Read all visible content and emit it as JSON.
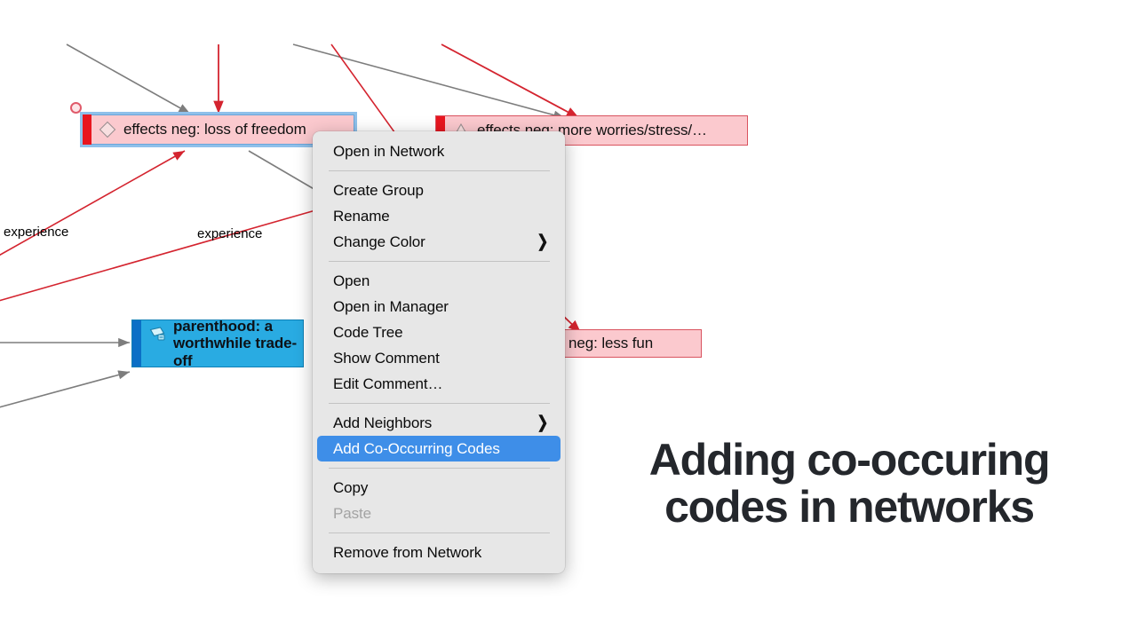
{
  "app": {
    "canvas_background": "#ffffff",
    "accent_highlight": "#3e8ee8"
  },
  "network": {
    "nodes": [
      {
        "id": "loss-of-freedom",
        "label": "effects neg: loss of freedom",
        "type": "code",
        "icon": "diamond-icon",
        "selected": true,
        "fill": "#fbc9ce",
        "bar_color": "#e8161f",
        "selection_color": "#8fc0ea"
      },
      {
        "id": "more-worries",
        "label": "effects neg: more worries/stress/…",
        "type": "code",
        "icon": "triangle-icon",
        "selected": false,
        "fill": "#fbc9ce",
        "bar_color": "#e8161f"
      },
      {
        "id": "parenthood-trade-off",
        "label": "parenthood: a worthwhile trade-off",
        "type": "memo",
        "icon": "memo-icon",
        "selected": false,
        "fill": "#29abe2",
        "bar_color": "#0b6fc6"
      },
      {
        "id": "less-fun",
        "label": "s neg: less fun",
        "type": "code",
        "icon": "none",
        "selected": false,
        "fill": "#fbc9ce",
        "bar_color": "#e8161f"
      }
    ],
    "edge_labels": [
      {
        "id": "edge-label-left",
        "text": "experience"
      },
      {
        "id": "edge-label-right",
        "text": "experience"
      }
    ],
    "edge_colors": {
      "relation_red": "#d4242f",
      "relation_gray": "#7d7d7d"
    }
  },
  "context_menu": {
    "items": [
      {
        "id": "open-in-network",
        "label": "Open in Network",
        "submenu": false,
        "disabled": false,
        "highlighted": false
      },
      {
        "id": "separator-1",
        "label": "",
        "separator": true
      },
      {
        "id": "create-group",
        "label": "Create Group",
        "submenu": false,
        "disabled": false,
        "highlighted": false
      },
      {
        "id": "rename",
        "label": "Rename",
        "submenu": false,
        "disabled": false,
        "highlighted": false
      },
      {
        "id": "change-color",
        "label": "Change Color",
        "submenu": true,
        "disabled": false,
        "highlighted": false
      },
      {
        "id": "separator-2",
        "label": "",
        "separator": true
      },
      {
        "id": "open",
        "label": "Open",
        "submenu": false,
        "disabled": false,
        "highlighted": false
      },
      {
        "id": "open-in-manager",
        "label": "Open in Manager",
        "submenu": false,
        "disabled": false,
        "highlighted": false
      },
      {
        "id": "code-tree",
        "label": "Code Tree",
        "submenu": false,
        "disabled": false,
        "highlighted": false
      },
      {
        "id": "show-comment",
        "label": "Show Comment",
        "submenu": false,
        "disabled": false,
        "highlighted": false
      },
      {
        "id": "edit-comment",
        "label": "Edit Comment…",
        "submenu": false,
        "disabled": false,
        "highlighted": false
      },
      {
        "id": "separator-3",
        "label": "",
        "separator": true
      },
      {
        "id": "add-neighbors",
        "label": "Add Neighbors",
        "submenu": true,
        "disabled": false,
        "highlighted": false
      },
      {
        "id": "add-co-occurring",
        "label": "Add Co-Occurring Codes",
        "submenu": false,
        "disabled": false,
        "highlighted": true
      },
      {
        "id": "separator-4",
        "label": "",
        "separator": true
      },
      {
        "id": "copy",
        "label": "Copy",
        "submenu": false,
        "disabled": false,
        "highlighted": false
      },
      {
        "id": "paste",
        "label": "Paste",
        "submenu": false,
        "disabled": true,
        "highlighted": false
      },
      {
        "id": "separator-5",
        "label": "",
        "separator": true
      },
      {
        "id": "remove-from-network",
        "label": "Remove from Network",
        "submenu": false,
        "disabled": false,
        "highlighted": false
      }
    ],
    "submenu_glyph": "❯"
  },
  "caption": {
    "line1": "Adding co-occuring",
    "line2": "codes in networks",
    "color": "#24272c"
  }
}
